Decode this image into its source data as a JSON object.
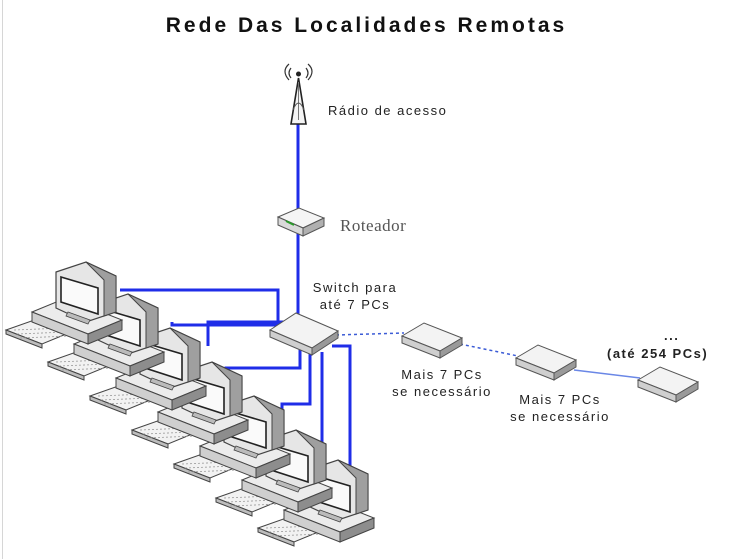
{
  "diagram": {
    "title": "Rede Das Localidades Remotas",
    "labels": {
      "radio": "Rádio de acesso",
      "router": "Roteador",
      "switch_line1": "Switch para",
      "switch_line2": "até 7 PCs",
      "more1_line1": "Mais 7 PCs",
      "more1_line2": "se necessário",
      "more2_line1": "Mais 7 PCs",
      "more2_line2": "se necessário",
      "ellipsis": "...",
      "limit": "(até 254 PCs)"
    },
    "colors": {
      "link": "#1f2de8",
      "dashed_link": "#3b5bd6",
      "device_light": "#eeeeee",
      "device_dark": "#888888"
    },
    "icons": {
      "radio": "radio-antenna-icon",
      "router": "router-icon",
      "switch": "switch-icon",
      "pc": "desktop-pc-icon"
    },
    "pc_count": 7
  }
}
